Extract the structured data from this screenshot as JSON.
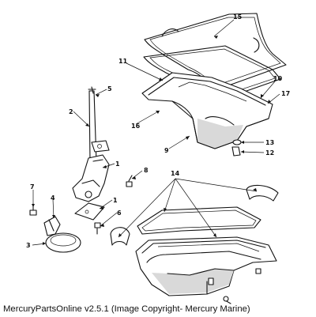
{
  "diagram": {
    "callouts": [
      "1",
      "1",
      "2",
      "3",
      "4",
      "5",
      "6",
      "7",
      "8",
      "9",
      "10",
      "11",
      "12",
      "13",
      "14",
      "15",
      "16",
      "17"
    ]
  },
  "footer": {
    "copyright": "MercuryPartsOnline v2.5.1 (Image Copyright- Mercury Marine)"
  }
}
